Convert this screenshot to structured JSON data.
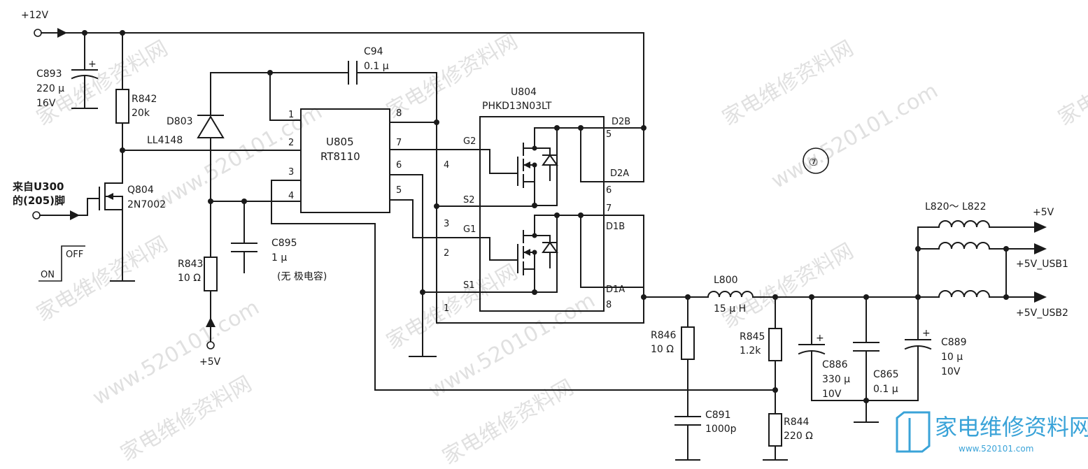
{
  "rails": {
    "v12": "+12V",
    "v5_in": "+5V",
    "out_5v": "+5V",
    "out_usb1": "+5V_USB1",
    "out_usb2": "+5V_USB2"
  },
  "control": {
    "source_line1": "来自U300",
    "source_line2": "的(205)脚",
    "off": "OFF",
    "on": "ON"
  },
  "components": {
    "c893": {
      "ref": "C893",
      "value": "220 μ",
      "rating": "16V"
    },
    "r842": {
      "ref": "R842",
      "value": "20k"
    },
    "d803": {
      "ref": "D803",
      "part": "LL4148"
    },
    "q804": {
      "ref": "Q804",
      "part": "2N7002"
    },
    "r843": {
      "ref": "R843",
      "value": "10 Ω"
    },
    "c895": {
      "ref": "C895",
      "value": "1 μ",
      "note": "(无 极电容)"
    },
    "c94": {
      "ref": "C94",
      "value": "0.1 μ"
    },
    "u805": {
      "ref": "U805",
      "part": "RT8110",
      "pins": [
        "1",
        "2",
        "3",
        "4",
        "8",
        "7",
        "6",
        "5"
      ]
    },
    "u804": {
      "ref": "U804",
      "part": "PHKD13N03LT",
      "pins_left": [
        "4",
        "3",
        "2",
        "1"
      ],
      "pins_right": [
        "5",
        "6",
        "7",
        "8"
      ],
      "nets": {
        "g2": "G2",
        "s2": "S2",
        "g1": "G1",
        "s1": "S1",
        "d2b": "D2B",
        "d2a": "D2A",
        "d1b": "D1B",
        "d1a": "D1A"
      }
    },
    "l800": {
      "ref": "L800",
      "value": "15 μ H"
    },
    "r846": {
      "ref": "R846",
      "value": "10 Ω"
    },
    "c891": {
      "ref": "C891",
      "value": "1000p"
    },
    "r845": {
      "ref": "R845",
      "value": "1.2k"
    },
    "r844": {
      "ref": "R844",
      "value": "220 Ω"
    },
    "c886": {
      "ref": "C886",
      "value": "330 μ",
      "rating": "10V"
    },
    "c865": {
      "ref": "C865",
      "value": "0.1 μ"
    },
    "c889": {
      "ref": "C889",
      "value": "10 μ",
      "rating": "10V"
    },
    "l820": {
      "ref": "L820～ L822"
    }
  },
  "figure_number": "⑦",
  "watermark": {
    "cn": "家电维修资料网",
    "url": "www.520101.com"
  },
  "logo": {
    "text": "家电维修资料网",
    "url": "www.520101.com"
  },
  "icons": {
    "logo": "book-logo-icon",
    "arrows": "signal-arrow-icon",
    "ground": "ground-icon"
  }
}
